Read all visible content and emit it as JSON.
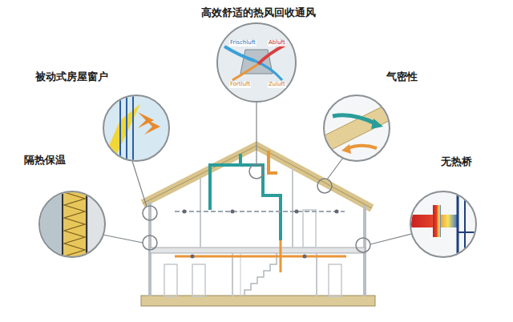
{
  "diagram": {
    "nodes": [
      {
        "text": [
          "高效舒适的热风回收通风",
          "Frischluft",
          "Abluft",
          "Fortluft",
          "Zuluft"
        ]
      },
      {
        "text": [
          "被动式房屋窗户"
        ]
      },
      {
        "text": [
          "气密性"
        ]
      },
      {
        "text": [
          "隔热保温"
        ]
      },
      {
        "text": [
          "无热桥"
        ]
      }
    ]
  }
}
